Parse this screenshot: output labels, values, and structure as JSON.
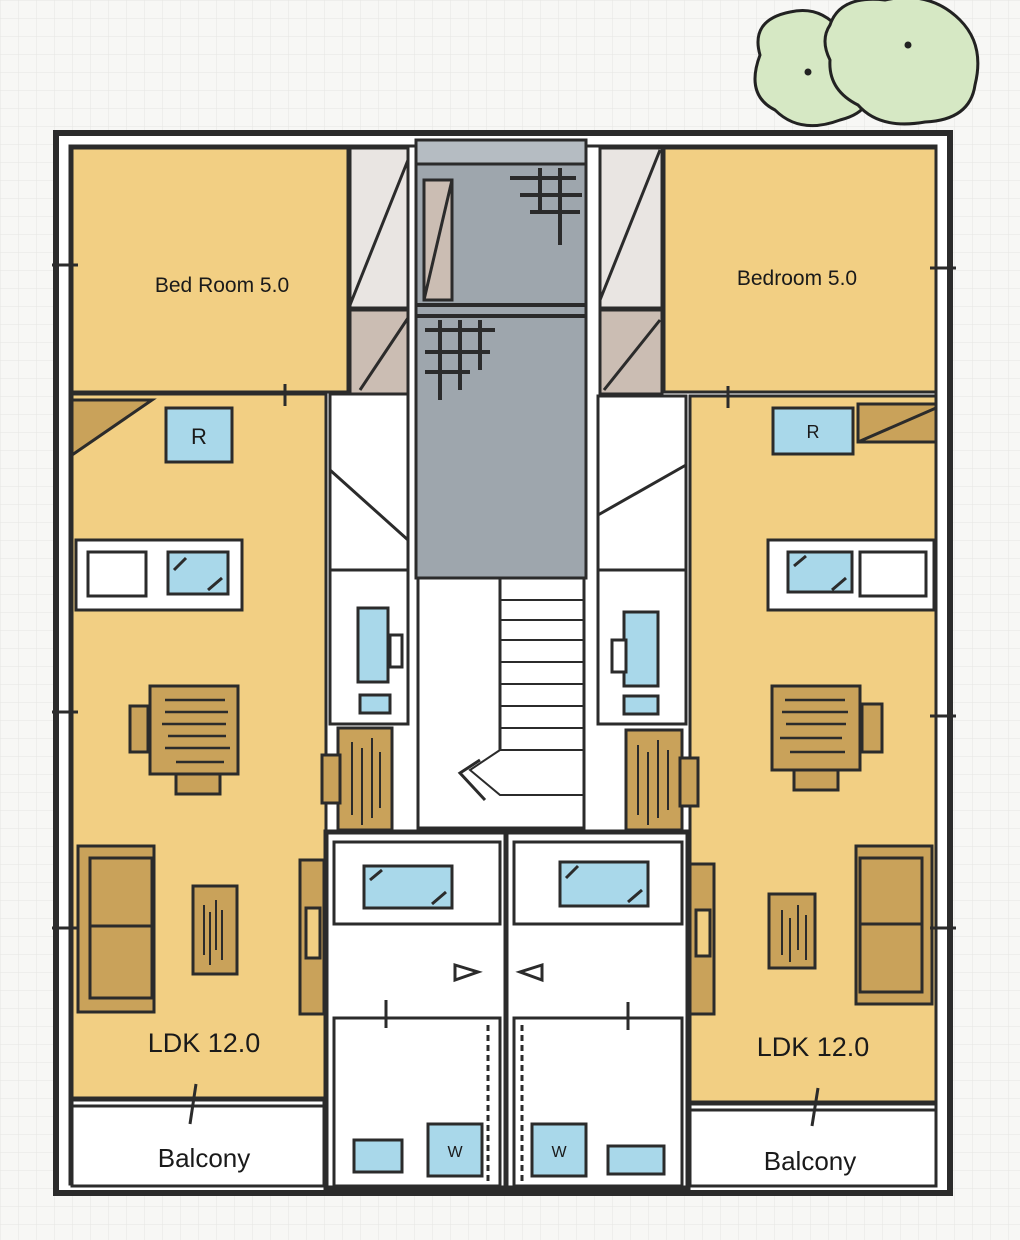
{
  "rooms": {
    "left_bedroom": "Bed Room 5.0",
    "right_bedroom": "Bedroom 5.0",
    "left_ldk": "LDK 12.0",
    "right_ldk": "LDK 12.0",
    "left_balcony": "Balcony",
    "right_balcony": "Balcony"
  },
  "appliances": {
    "fridge_left": "R",
    "fridge_right": "R",
    "washer_left": "W",
    "washer_right": "W"
  },
  "colors": {
    "room_fill": "#f2cf83",
    "stair_core": "#9ea6ad",
    "wood": "#c9a25a",
    "fixture_blue": "#a9d8ea",
    "tree": "#d6e8c4",
    "wall": "#2b2b2b"
  },
  "icons": [
    "tree-icon",
    "refrigerator-icon",
    "washing-machine-icon",
    "sofa-icon",
    "dining-table-icon"
  ]
}
